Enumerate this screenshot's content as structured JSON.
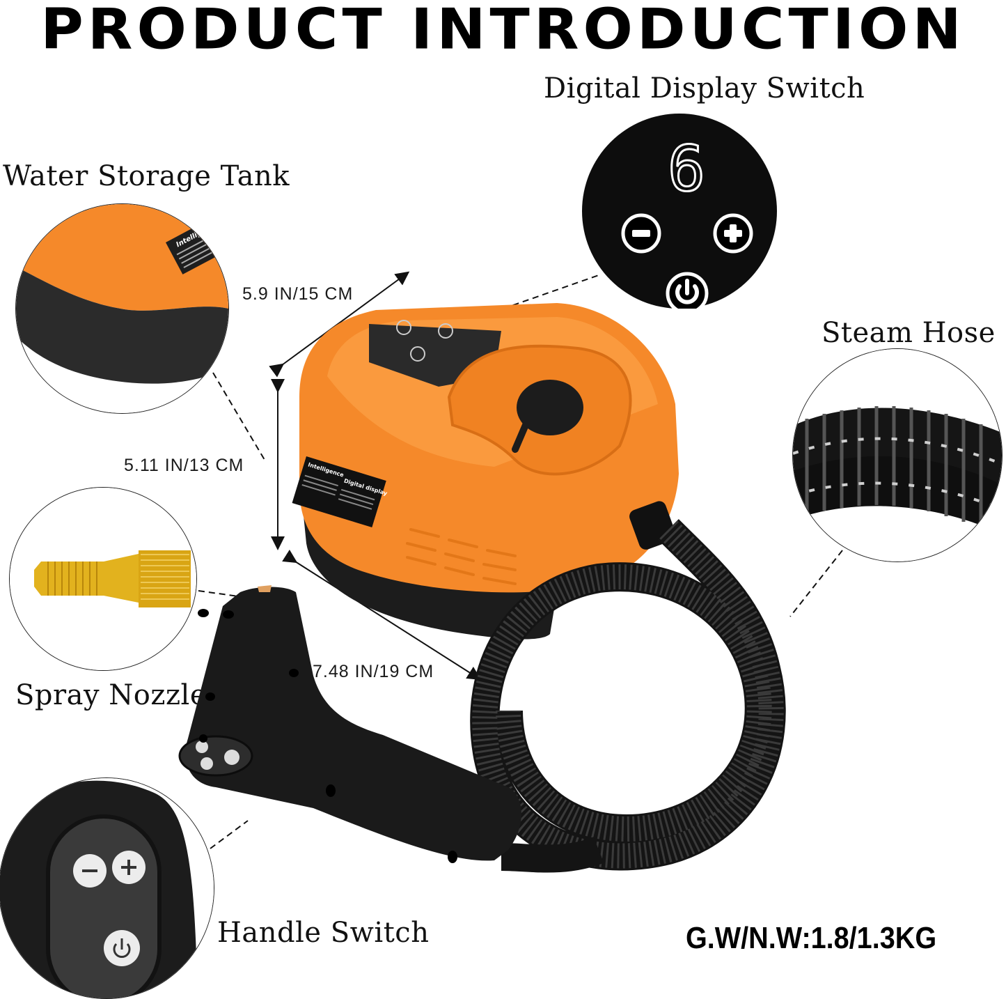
{
  "title": "PRODUCT INTRODUCTION",
  "callouts": {
    "digital_display_switch": "Digital Display Switch",
    "water_storage_tank": "Water Storage Tank",
    "steam_hose": "Steam Hose",
    "spray_nozzle": "Spray Nozzle",
    "handle_switch": "Handle Switch"
  },
  "dimensions": {
    "width": "5.9 IN/15 CM",
    "height": "5.11 IN/13 CM",
    "depth": "7.48 IN/19 CM"
  },
  "weight": "G.W/N.W:1.8/1.3KG",
  "display": {
    "digit": "6",
    "buttons": [
      "minus",
      "plus",
      "power"
    ]
  },
  "handle": {
    "buttons": [
      "minus",
      "plus",
      "power"
    ]
  },
  "label_sticker": {
    "heading": "Intelligence",
    "sub": "Digital display"
  },
  "colors": {
    "body_orange": "#f5892a",
    "body_dark": "#2b2b2b",
    "nozzle_gold": "#e2b21e",
    "panel_black": "#111111"
  }
}
